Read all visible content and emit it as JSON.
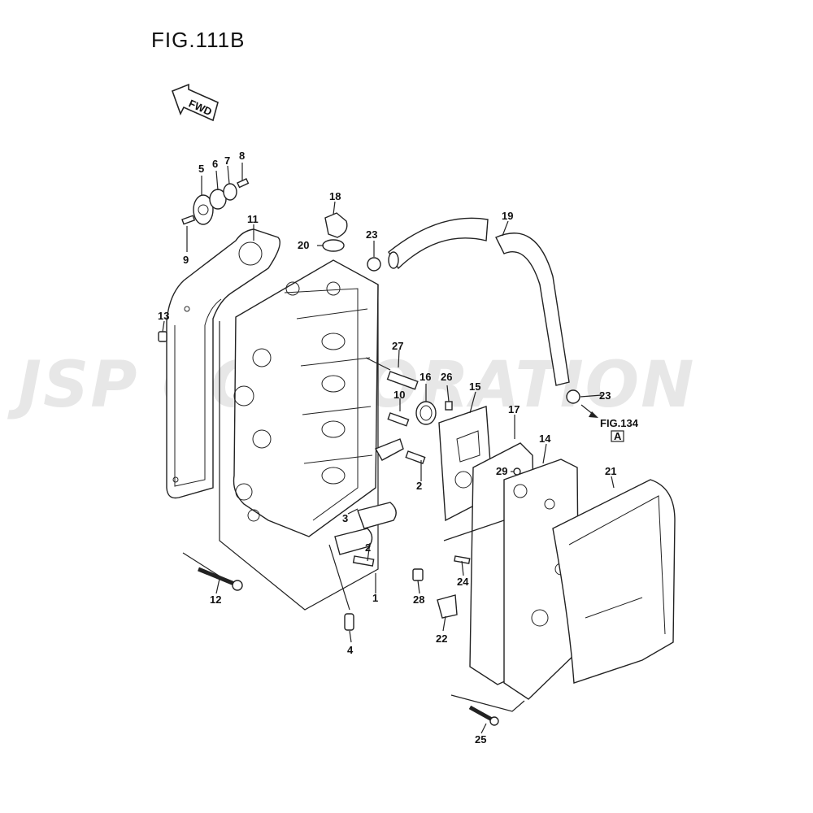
{
  "figure": {
    "title": "FIG.111B",
    "fwd_label": "FWD",
    "ref_label": "FIG.134",
    "ref_box": "A",
    "watermark": "JSP CORPORATION"
  },
  "callouts": [
    "1",
    "2",
    "2",
    "3",
    "4",
    "5",
    "6",
    "7",
    "8",
    "9",
    "10",
    "11",
    "12",
    "13",
    "14",
    "15",
    "16",
    "17",
    "18",
    "19",
    "20",
    "21",
    "22",
    "23",
    "23",
    "24",
    "25",
    "26",
    "27",
    "28",
    "29"
  ]
}
